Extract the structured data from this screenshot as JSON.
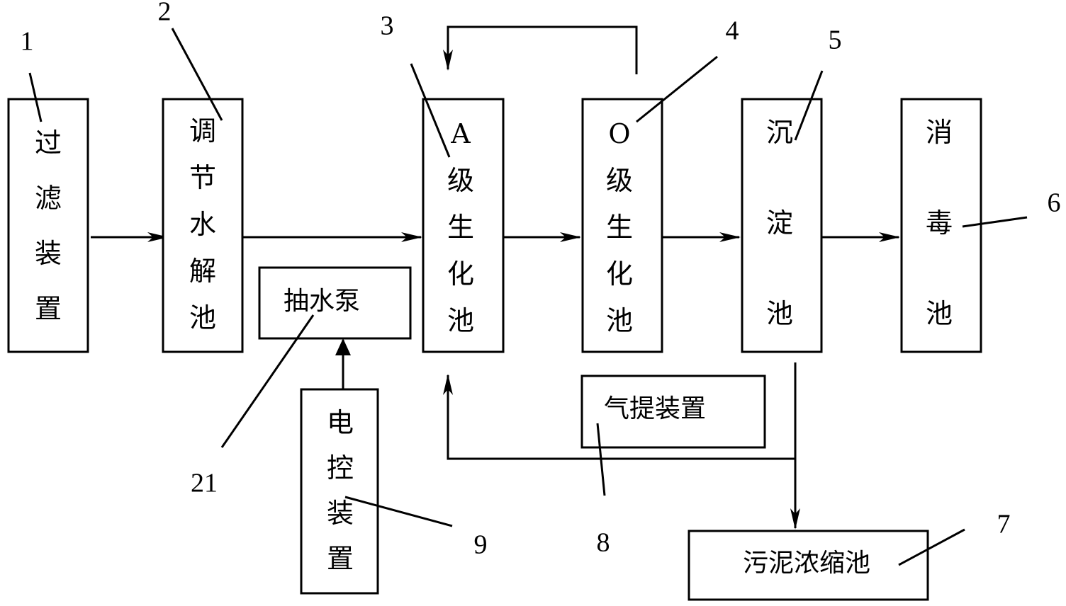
{
  "boxes": {
    "filter": {
      "label": "过滤装置"
    },
    "hydrolysis": {
      "label": "调节水解池"
    },
    "a_stage": {
      "label": "A级生化池"
    },
    "o_stage": {
      "label": "O级生化池"
    },
    "settling": {
      "label": "沉淀池"
    },
    "disinfection": {
      "label": "消毒池"
    },
    "pump": {
      "label": "抽水泵"
    },
    "control": {
      "label": "电控装置"
    },
    "airlift": {
      "label": "气提装置"
    },
    "sludge": {
      "label": "污泥浓缩池"
    }
  },
  "callouts": {
    "n1": "1",
    "n2": "2",
    "n3": "3",
    "n4": "4",
    "n5": "5",
    "n6": "6",
    "n7": "7",
    "n8": "8",
    "n9": "9",
    "n21": "21"
  }
}
